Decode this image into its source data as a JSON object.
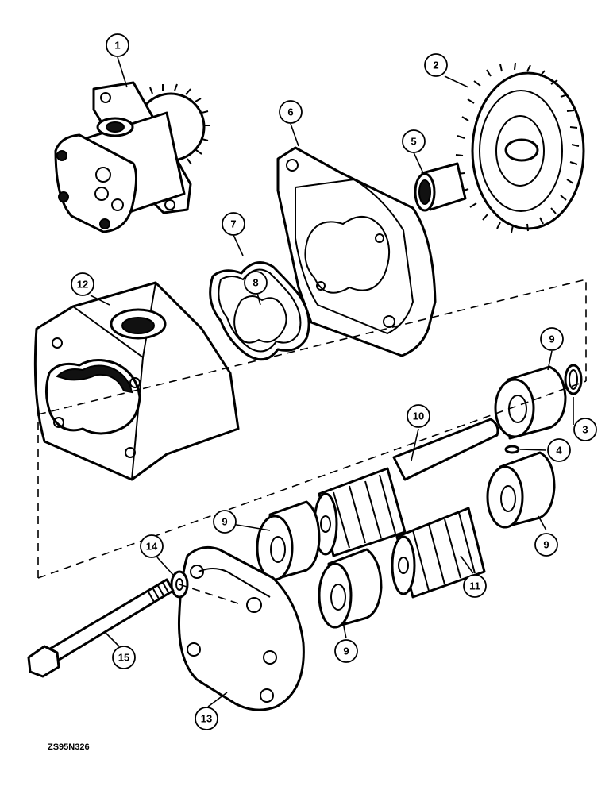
{
  "figure_code": "ZS95N326",
  "callouts": [
    {
      "id": "c1",
      "label": "1"
    },
    {
      "id": "c2",
      "label": "2"
    },
    {
      "id": "c3",
      "label": "3"
    },
    {
      "id": "c4",
      "label": "4"
    },
    {
      "id": "c5",
      "label": "5"
    },
    {
      "id": "c6",
      "label": "6"
    },
    {
      "id": "c7",
      "label": "7"
    },
    {
      "id": "c8",
      "label": "8"
    },
    {
      "id": "c9a",
      "label": "9"
    },
    {
      "id": "c9b",
      "label": "9"
    },
    {
      "id": "c9c",
      "label": "9"
    },
    {
      "id": "c9d",
      "label": "9"
    },
    {
      "id": "c10",
      "label": "10"
    },
    {
      "id": "c11",
      "label": "11"
    },
    {
      "id": "c12",
      "label": "12"
    },
    {
      "id": "c13",
      "label": "13"
    },
    {
      "id": "c14",
      "label": "14"
    },
    {
      "id": "c15",
      "label": "15"
    }
  ]
}
